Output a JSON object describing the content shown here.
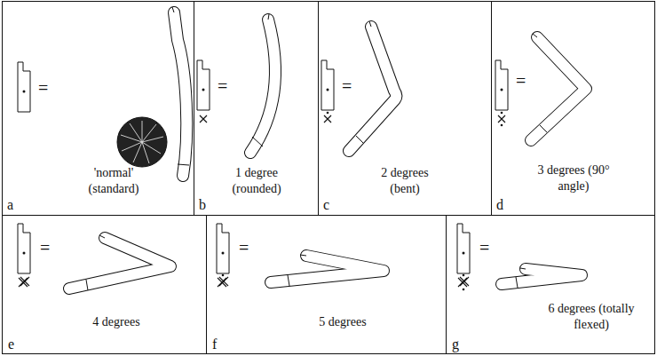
{
  "diagram": {
    "nodes": [
      {
        "text": [
          "=",
          "'normal' (standard)",
          "a"
        ]
      },
      {
        "text": [
          "=",
          "1 degree (rounded)",
          "b"
        ]
      },
      {
        "text": [
          "=",
          "2 degrees (bent)",
          "c"
        ]
      },
      {
        "text": [
          "=",
          "3 degrees (90° angle)",
          "d"
        ]
      },
      {
        "text": [
          "=",
          "4 degrees",
          "e"
        ]
      },
      {
        "text": [
          "=",
          "5 degrees",
          "f"
        ]
      },
      {
        "text": [
          "=",
          "6 degrees (totally flexed)",
          "g"
        ]
      }
    ]
  }
}
